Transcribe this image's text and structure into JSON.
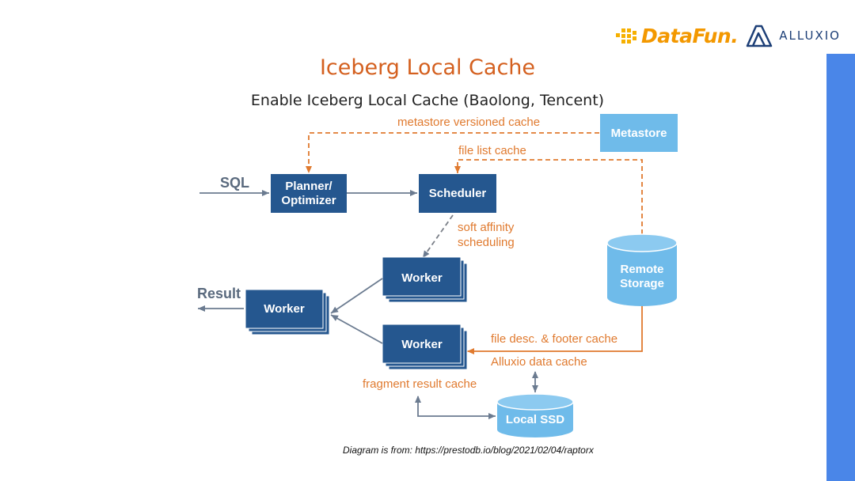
{
  "header": {
    "title": "Iceberg Local Cache",
    "subtitle": "Enable Iceberg Local Cache (Baolong, Tencent)",
    "logos": {
      "datafun": "DataFun.",
      "alluxio": "ALLUXIO"
    }
  },
  "diagram": {
    "nodes": {
      "planner": [
        "Planner/",
        "Optimizer"
      ],
      "scheduler": "Scheduler",
      "metastore": "Metastore",
      "remote_storage": [
        "Remote",
        "Storage"
      ],
      "worker_result": "Worker",
      "worker_top": "Worker",
      "worker_bottom": "Worker",
      "local_ssd": "Local SSD"
    },
    "labels": {
      "sql": "SQL",
      "result": "Result",
      "metastore_cache": "metastore versioned cache",
      "file_list_cache": "file list cache",
      "soft_affinity": [
        "soft affinity",
        "scheduling"
      ],
      "file_desc_cache": "file desc. & footer cache",
      "alluxio_data_cache": "Alluxio data cache",
      "fragment_result_cache": "fragment result cache"
    }
  },
  "caption": "Diagram is from: https://prestodb.io/blog/2021/02/04/raptorx",
  "colors": {
    "box_dark": "#25578f",
    "box_light": "#6fbbea",
    "orange": "#e07a2f",
    "arrow_gray": "#6b7b90",
    "title": "#d4601f",
    "side_bar": "#4a86e8"
  }
}
